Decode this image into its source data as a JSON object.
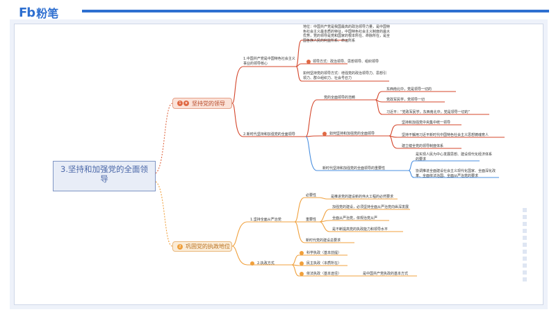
{
  "brand": {
    "logo_mark": "Fb",
    "logo_name": "粉笔"
  },
  "root": "3.坚持和加强党的全面领导",
  "branches": [
    {
      "num": "1",
      "label": "坚持党的领导",
      "children": [
        {
          "label": "1.中国共产党是中国特色社会主义事业的领导核心",
          "items": [
            "地位：中国共产党是我国最高的政治领导力量，是中国特色社会主义最本质的特征，中国特色社会主义制度的最大优势，党的领导是党和国家的根本所在、命脉所在，是全国各族人民的利益所系、命运所系",
            "领导方式：政治领导、思想领导、组织领导",
            "如何坚持党的领导方式：增强党的政治领导力、思想引领力、群众组织力、社会号召力"
          ]
        },
        {
          "label": "2.新时代坚持和加强党的全面领导",
          "groups": [
            {
              "label": "党的全面领导的范畴",
              "items": [
                "东西南北中，党是领导一切的",
                "党政军民学，党领导一切",
                "习近平：“党政军民学，东西南北中，党是领导一切的”"
              ]
            },
            {
              "label": "如何坚持和加强党的全面领导",
              "items": [
                "坚持和加强党中央集中统一领导",
                "坚持不懈用习近平新时代中国特色社会主义思想铸魂育人",
                "建立健全党的领导制度体系"
              ]
            },
            {
              "label": "新时代坚持和加强党的全面领导的重要性",
              "items": [
                "是实现人民为中心发展思想、建设现代化经济体系的要求",
                "协调推进全面建设社会主义现代化国家、全面深化改革、全面依法治国、全面从严治党的要求"
              ]
            }
          ]
        }
      ]
    },
    {
      "num": "2",
      "label": "巩固党的执政地位",
      "children": [
        {
          "label": "1.坚持全面从严治党",
          "groups": [
            {
              "label": "必要性",
              "items": [
                "是推进党的建设新的伟大工程的必然要求"
              ]
            },
            {
              "label": "重要性",
              "items": [
                "加强党的建设，必须坚持全面从严治党向纵深发展",
                "全面从严治党，依规治党从严",
                "是不断提高党的执政能力和领导水平"
              ]
            },
            {
              "label": "新时代党的建设总要求",
              "items": []
            }
          ]
        },
        {
          "label": "2.执政方式",
          "items": [
            "科学执政（基本前提）",
            "民主执政（本质所在）",
            "依法执政（基本途径）"
          ],
          "note": "是中国共产党执政的基本方式"
        }
      ]
    }
  ],
  "colors": {
    "accent": "#2e6fd0",
    "red_branch": "#e06a45",
    "orange_branch": "#f0a03c",
    "line_blue": "#4a8fe0"
  }
}
